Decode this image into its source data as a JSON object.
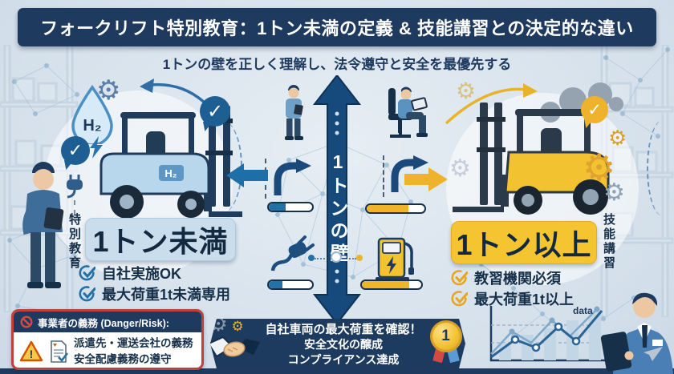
{
  "colors": {
    "navy": "#1e3a5f",
    "blue": "#2471a8",
    "light_blue_box": "#c9dded",
    "yellow": "#f0b429",
    "yellow_box": "#f5c531",
    "red_border": "#c2403a",
    "background": "#d7e2ec"
  },
  "header": {
    "title": "フォークリフト特別教育：1トン未満の定義 & 技能講習との決定的な違い",
    "subtitle": "1トンの壁を正しく理解し、法令遵守と安全を最優先する"
  },
  "left_section": {
    "category_vertical": "特別教育",
    "headline": "1トン未満",
    "h2_droplet_label": "H₂",
    "h2_body_label": "H₂",
    "checklist": [
      {
        "label": "自社実施OK"
      },
      {
        "label": "最大荷重1t未満専用"
      }
    ]
  },
  "center_section": {
    "wall_label": "1トンの壁"
  },
  "right_section": {
    "category_vertical": "技能講習",
    "headline": "1トン以上",
    "checklist": [
      {
        "label": "教習機関必須"
      },
      {
        "label": "最大荷重1t以上"
      }
    ]
  },
  "obligations_box": {
    "header": "事業者の義務 (Danger/Risk):",
    "items": [
      {
        "label": "派遣先・運送会社の義務"
      },
      {
        "label": "安全配慮義務の遵守"
      }
    ],
    "warning_mark": "!"
  },
  "bottom_banner": {
    "lines": [
      {
        "text": "自社車両の最大荷重を確認！"
      },
      {
        "text": "安全文化の醸成"
      },
      {
        "text": "コンプライアンス達成"
      }
    ],
    "medal_number": "1"
  },
  "chart": {
    "label": "data"
  },
  "icons": {
    "gear": "⚙",
    "check": "✓"
  }
}
